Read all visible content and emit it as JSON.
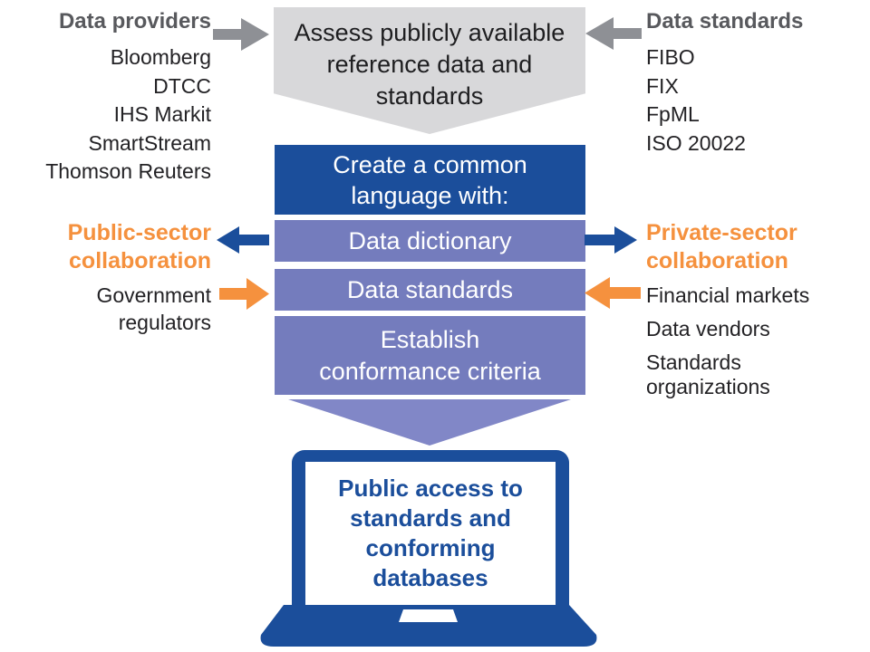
{
  "diagram": {
    "providers": {
      "title": "Data providers",
      "items": [
        "Bloomberg",
        "DTCC",
        "IHS Markit",
        "SmartStream",
        "Thomson Reuters"
      ]
    },
    "standards_sources": {
      "title": "Data standards",
      "items": [
        "FIBO",
        "FIX",
        "FpML",
        "ISO 20022"
      ]
    },
    "assess": {
      "label": "Assess publicly available reference data and standards"
    },
    "create": {
      "label": "Create a common language with:"
    },
    "steps": [
      {
        "label": "Data dictionary"
      },
      {
        "label": "Data standards"
      },
      {
        "label": "Establish conformance criteria"
      }
    ],
    "public_sector": {
      "title": "Public-sector collaboration",
      "items": [
        "Government regulators"
      ]
    },
    "private_sector": {
      "title": "Private-sector collaboration",
      "items": [
        "Financial markets",
        "Data vendors",
        "Standards organizations"
      ]
    },
    "laptop": {
      "label": "Public access to standards and conforming databases"
    },
    "colors": {
      "dark_blue": "#1b4e9b",
      "step_purple": "#747cbd",
      "triangle_purple": "#8187c7",
      "gray_box": "#d8d8da",
      "gray_arrow": "#8e9095",
      "orange": "#f5913e",
      "heading_gray": "#58595d",
      "text_dark": "#232225"
    }
  }
}
